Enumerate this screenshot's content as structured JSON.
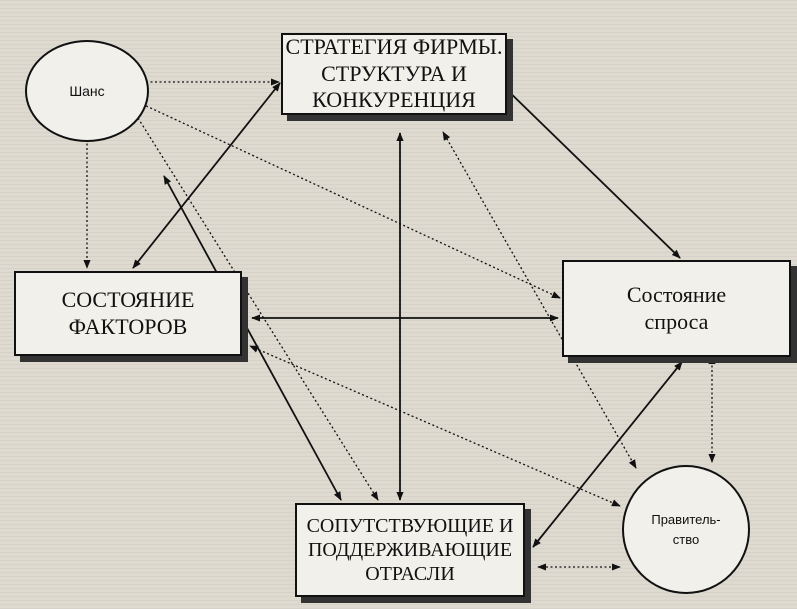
{
  "nodes": {
    "strategy": "СТРАТЕГИЯ ФИРМЫ.\nСТРУКТУРА И\nКОНКУРЕНЦИЯ",
    "factors": "СОСТОЯНИЕ\nФАКТОРОВ",
    "demand": "Состояние\nспроса",
    "related": "СОПУТСТВУЮЩИЕ И\nПОДДЕРЖИВАЮЩИЕ\nОТРАСЛИ",
    "chance": "Шанс",
    "government": "Правитель-\nство"
  },
  "edges": [
    {
      "from": "chance",
      "to": "strategy",
      "style": "dotted",
      "heads": "end"
    },
    {
      "from": "chance",
      "to": "factors",
      "style": "dotted",
      "heads": "end"
    },
    {
      "from": "chance",
      "to": "demand",
      "style": "dotted",
      "heads": "end"
    },
    {
      "from": "chance",
      "to": "related",
      "style": "dotted",
      "heads": "end"
    },
    {
      "from": "strategy",
      "to": "factors",
      "style": "solid",
      "heads": "both"
    },
    {
      "from": "strategy",
      "to": "demand",
      "style": "solid",
      "heads": "both"
    },
    {
      "from": "strategy",
      "to": "related",
      "style": "solid",
      "heads": "both"
    },
    {
      "from": "factors",
      "to": "demand",
      "style": "solid",
      "heads": "both"
    },
    {
      "from": "factors",
      "to": "related",
      "style": "solid",
      "heads": "both"
    },
    {
      "from": "demand",
      "to": "related",
      "style": "solid",
      "heads": "both"
    },
    {
      "from": "government",
      "to": "strategy",
      "style": "dotted",
      "heads": "both"
    },
    {
      "from": "government",
      "to": "factors",
      "style": "dotted",
      "heads": "both"
    },
    {
      "from": "government",
      "to": "demand",
      "style": "dotted",
      "heads": "both"
    },
    {
      "from": "government",
      "to": "related",
      "style": "dotted",
      "heads": "both"
    }
  ]
}
